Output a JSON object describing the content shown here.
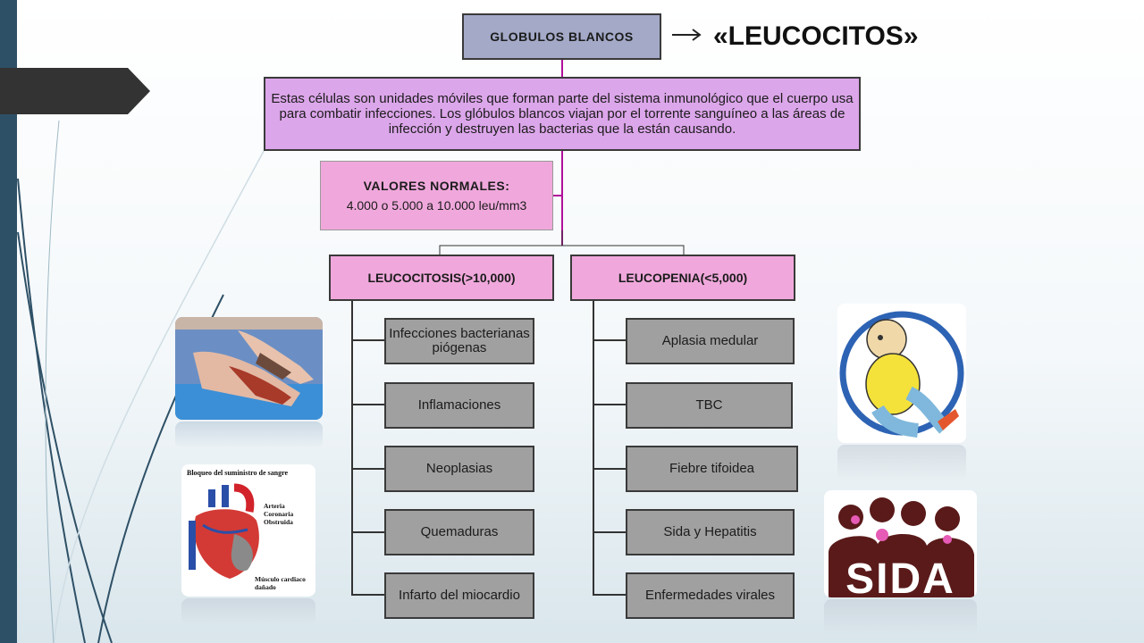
{
  "title": "GLOBULOS BLANCOS",
  "synonym": "«LEUCOCITOS»",
  "description": "Estas células son unidades móviles que forman parte del sistema inmunológico que el cuerpo usa para combatir infecciones. Los glóbulos blancos viajan por el torrente sanguíneo a las áreas de infección y destruyen las bacterias que la están causando.",
  "normal_values": {
    "heading": "VALORES NORMALES:",
    "value": "4.000 o 5.000 a 10.000 leu/mm3"
  },
  "branches": [
    {
      "label": "LEUCOCITOSIS(>10,000)",
      "items": [
        "Infecciones bacterianas piógenas",
        "Inflamaciones",
        "Neoplasias",
        "Quemaduras",
        "Infarto del miocardio"
      ]
    },
    {
      "label": "LEUCOPENIA(<5,000)",
      "items": [
        "Aplasia medular",
        "TBC",
        "Fiebre tifoidea",
        "Sida y Hepatitis",
        "Enfermedades virales"
      ]
    }
  ],
  "heart_image": {
    "caption": "Bloqueo del suministro de sangre",
    "label_artery": "Arteria Coronaria Obstruida",
    "label_muscle": "Músculo cardiaco dañado"
  },
  "sida_image": {
    "word": "SIDA"
  },
  "colors": {
    "title_box": "#a3a9c7",
    "description_box": "#dca6ea",
    "pink_box": "#f0a8dc",
    "leaf_box": "#a0a0a0",
    "connector_purple": "#b0109a",
    "side_bar": "#2e5066"
  }
}
